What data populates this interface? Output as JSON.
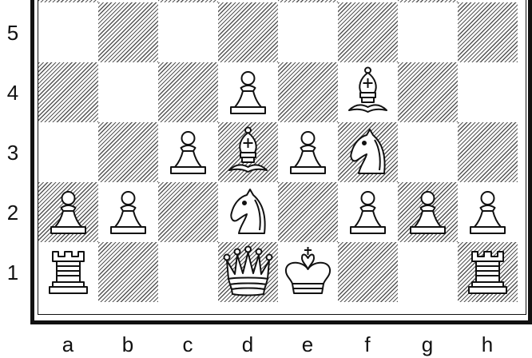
{
  "board": {
    "files": [
      "a",
      "b",
      "c",
      "d",
      "e",
      "f",
      "g",
      "h"
    ],
    "ranks_shown": [
      "5",
      "4",
      "3",
      "2",
      "1"
    ],
    "top_rank": 5,
    "orientation": "white-bottom",
    "light_square_color": "#ffffff",
    "dark_square_style": "diagonal-hatching",
    "pieces": [
      {
        "square": "d4",
        "color": "white",
        "type": "pawn"
      },
      {
        "square": "f4",
        "color": "white",
        "type": "bishop"
      },
      {
        "square": "c3",
        "color": "white",
        "type": "pawn"
      },
      {
        "square": "d3",
        "color": "white",
        "type": "bishop"
      },
      {
        "square": "e3",
        "color": "white",
        "type": "pawn"
      },
      {
        "square": "f3",
        "color": "white",
        "type": "knight"
      },
      {
        "square": "a2",
        "color": "white",
        "type": "pawn"
      },
      {
        "square": "b2",
        "color": "white",
        "type": "pawn"
      },
      {
        "square": "d2",
        "color": "white",
        "type": "knight"
      },
      {
        "square": "f2",
        "color": "white",
        "type": "pawn"
      },
      {
        "square": "g2",
        "color": "white",
        "type": "pawn"
      },
      {
        "square": "h2",
        "color": "white",
        "type": "pawn"
      },
      {
        "square": "a1",
        "color": "white",
        "type": "rook"
      },
      {
        "square": "d1",
        "color": "white",
        "type": "queen"
      },
      {
        "square": "e1",
        "color": "white",
        "type": "king"
      },
      {
        "square": "h1",
        "color": "white",
        "type": "rook"
      }
    ]
  }
}
